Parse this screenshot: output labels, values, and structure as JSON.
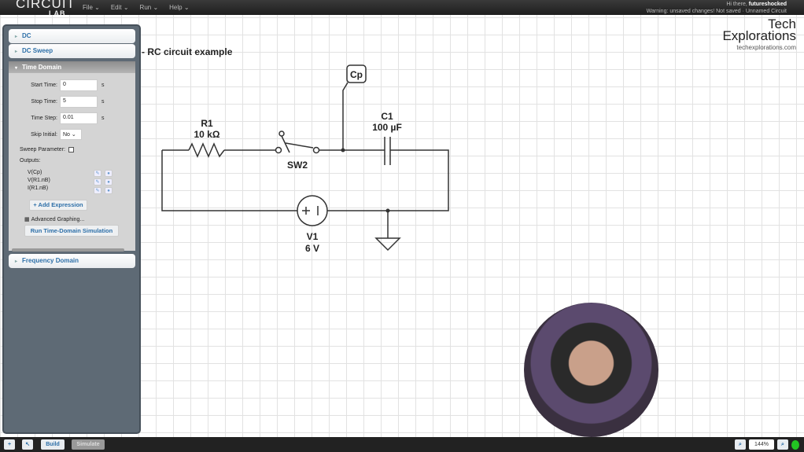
{
  "app": {
    "logo_top": "CIRCUIT",
    "logo_bottom": "LAB",
    "menu": [
      "File ⌄",
      "Edit ⌄",
      "Run ⌄",
      "Help ⌄"
    ],
    "greeting_prefix": "Hi there, ",
    "username": "futureshocked",
    "warning": "Warning: unsaved changes! Not saved · Unnamed Circuit"
  },
  "watermark": {
    "line1": "Tech",
    "line2": "Explorations",
    "url": "techexplorations.com"
  },
  "circuit": {
    "title": "- RC circuit example",
    "r1_name": "R1",
    "r1_value": "10 kΩ",
    "sw_name": "SW2",
    "probe": "Cp",
    "c1_name": "C1",
    "c1_value": "100 µF",
    "v1_name": "V1",
    "v1_value": "6 V"
  },
  "panel": {
    "dc": "DC",
    "dc_sweep": "DC Sweep",
    "time_domain": "Time Domain",
    "frequency_domain": "Frequency Domain",
    "start_time_label": "Start Time:",
    "start_time": "0",
    "stop_time_label": "Stop Time:",
    "stop_time": "5",
    "time_step_label": "Time Step:",
    "time_step": "0.01",
    "unit": "s",
    "skip_initial_label": "Skip Initial:",
    "skip_initial": "No",
    "sweep_param_label": "Sweep Parameter:",
    "outputs_label": "Outputs:",
    "outputs": [
      "V(Cp)",
      "V(R1.nB)",
      "I(R1.nB)"
    ],
    "add_expression": "+ Add Expression",
    "advanced_graphing": "Advanced Graphing...",
    "run": "Run Time-Domain Simulation"
  },
  "bottom": {
    "build": "Build",
    "simulate": "Simulate",
    "zoom": "144%",
    "status_color": "#22c322"
  }
}
